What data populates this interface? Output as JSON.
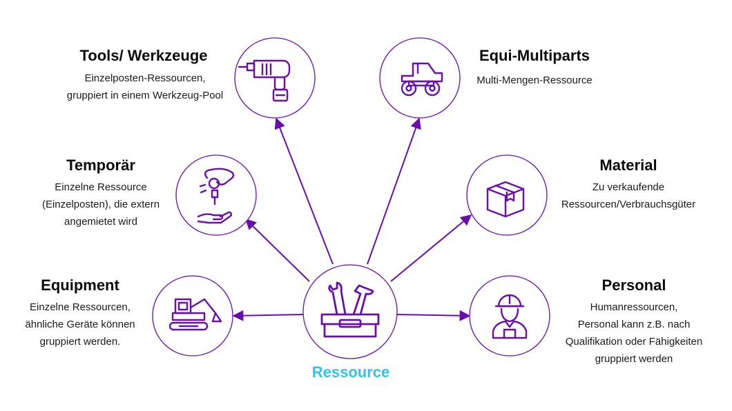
{
  "colors": {
    "accent": "#6A0DAD",
    "center_label": "#2EC4F0",
    "circle_stroke": "#6A0DAD"
  },
  "center": {
    "label": "Ressource",
    "icon": "toolbox-icon"
  },
  "nodes": {
    "tools": {
      "title": "Tools/ Werkzeuge",
      "lines": [
        "Einzelposten-Ressourcen,",
        "gruppiert in einem Werkzeug-Pool"
      ],
      "icon": "drill-icon"
    },
    "equi": {
      "title": "Equi-Multiparts",
      "lines": [
        "Multi-Mengen-Ressource"
      ],
      "icon": "monster-truck-icon"
    },
    "temporaer": {
      "title": "Temporär",
      "lines": [
        "Einzelne Ressource",
        "(Einzelposten), die extern",
        "angemietet wird"
      ],
      "icon": "rent-hand-icon"
    },
    "material": {
      "title": "Material",
      "lines": [
        "Zu verkaufende",
        "Ressourcen/Verbrauchsgüter"
      ],
      "icon": "box-icon"
    },
    "equipment": {
      "title": "Equipment",
      "lines": [
        "Einzelne Ressourcen,",
        "ähnliche Geräte können",
        "gruppiert werden."
      ],
      "icon": "excavator-icon"
    },
    "personal": {
      "title": "Personal",
      "lines": [
        "Humanressourcen,",
        "Personal kann z.B. nach",
        "Qualifikation oder Fähigkeiten",
        "gruppiert werden"
      ],
      "icon": "worker-icon"
    }
  }
}
